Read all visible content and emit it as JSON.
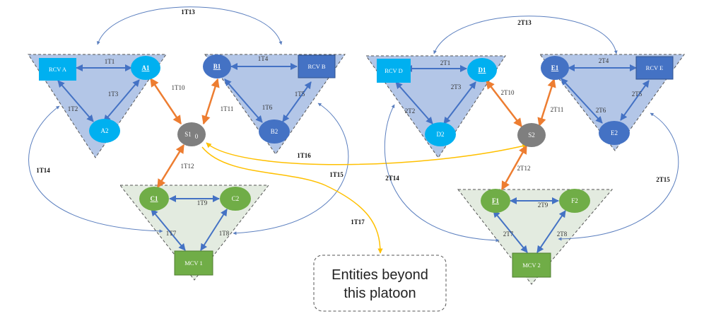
{
  "colors": {
    "triangle_blue": "#b3c6e7",
    "triangle_green": "#e3ebe0",
    "light_blue_node": "#00b0f0",
    "dark_blue_node": "#4472c4",
    "green_node": "#70ad47",
    "gray_node": "#7f7f7f",
    "blue_link": "#4472c4",
    "orange_link": "#ed7d31",
    "yellow_link": "#ffc000"
  },
  "platoon1": {
    "node_a": "RCV A",
    "node_a1": "A1",
    "node_a2": "A2",
    "node_b1": "B1",
    "node_b": "RCV B",
    "node_b2": "B2",
    "node_s1": "S1",
    "node_s1_sub": "0",
    "node_c1": "C1",
    "node_c2": "C2",
    "node_mcv": "MCV 1",
    "link_1t1": "1T1",
    "link_1t2": "1T2",
    "link_1t3": "1T3",
    "link_1t4": "1T4",
    "link_1t5": "1T5",
    "link_1t6": "1T6",
    "link_1t7": "1T7",
    "link_1t8": "1T8",
    "link_1t9": "1T9",
    "link_1t10": "1T10",
    "link_1t11": "1T11",
    "link_1t12": "1T12",
    "link_1t13": "1T13",
    "link_1t14": "1T14",
    "link_1t15": "1T15",
    "link_1t16": "1T16",
    "link_1t17": "1T17"
  },
  "platoon2": {
    "node_d": "RCV D",
    "node_d1": "D1",
    "node_d2": "D2",
    "node_e1": "E1",
    "node_e": "RCV E",
    "node_e2": "E2",
    "node_s2": "S2",
    "node_f1": "F1",
    "node_f2": "F2",
    "node_mcv": "MCV 2",
    "link_2t1": "2T1",
    "link_2t2": "2T2",
    "link_2t3": "2T3",
    "link_2t4": "2T4",
    "link_2t5": "2T5",
    "link_2t6": "2T6",
    "link_2t7": "2T7",
    "link_2t8": "2T8",
    "link_2t9": "2T9",
    "link_2t10": "2T10",
    "link_2t11": "2T11",
    "link_2t12": "2T12",
    "link_2t13": "2T13",
    "link_2t14": "2T14",
    "link_2t15": "2T15"
  },
  "callout": {
    "line1": "Entities beyond",
    "line2": "this platoon"
  }
}
